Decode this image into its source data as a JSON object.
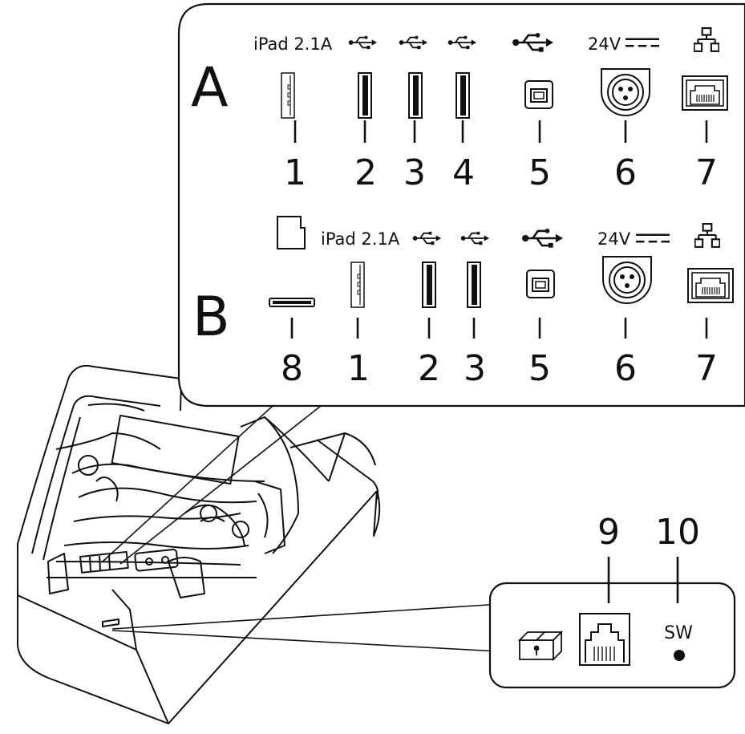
{
  "panel_a": {
    "letter": "A",
    "port_labels": {
      "ipad": "iPad 2.1A",
      "volt": "24V"
    },
    "numbers": [
      "1",
      "2",
      "3",
      "4",
      "5",
      "6",
      "7"
    ]
  },
  "panel_b": {
    "letter": "B",
    "port_labels": {
      "ipad": "iPad 2.1A",
      "volt": "24V"
    },
    "numbers": [
      "8",
      "1",
      "2",
      "3",
      "5",
      "6",
      "7"
    ]
  },
  "bottom_panel": {
    "numbers": [
      "9",
      "10"
    ],
    "switch_label": "SW"
  }
}
